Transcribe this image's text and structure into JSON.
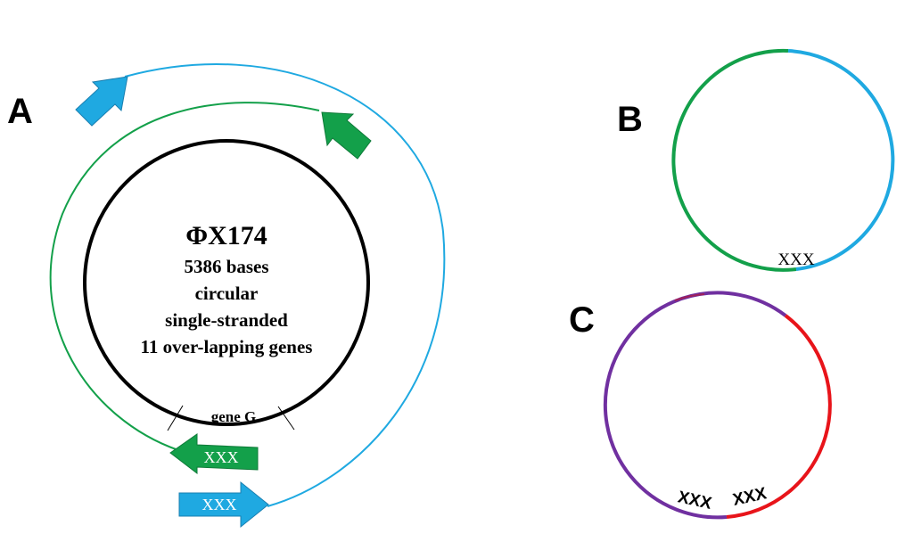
{
  "colors": {
    "blue": "#1fa9e1",
    "green": "#13a04a",
    "black": "#000000",
    "purple": "#7030a0",
    "red": "#e8141a"
  },
  "panel_a": {
    "letter": "A",
    "genome_name": "ΦX174",
    "facts": [
      "5386 bases",
      "circular",
      "single-stranded",
      "11 over-lapping genes"
    ],
    "gene_label": "gene G",
    "green_arrow_text": "XXX",
    "blue_arrow_text": "XXX"
  },
  "panel_b": {
    "letter": "B",
    "mark": "XXX"
  },
  "panel_c": {
    "letter": "C",
    "marks": [
      "XXX",
      "XXX"
    ]
  }
}
